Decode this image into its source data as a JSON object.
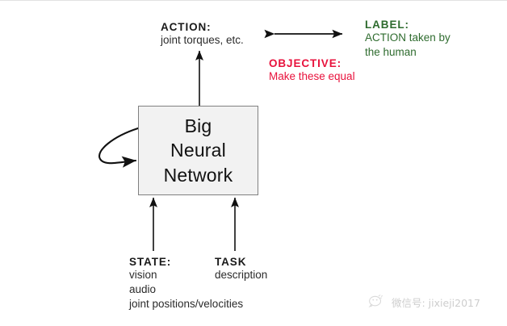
{
  "diagram": {
    "center_box": {
      "name": "big-neural-network",
      "lines": [
        "Big",
        "Neural",
        "Network"
      ],
      "fill_color": "#f2f2f2",
      "border_color": "#808080"
    },
    "annotations": {
      "action": {
        "heading": "ACTION:",
        "detail": "joint torques, etc.",
        "color": "#1a1a1a"
      },
      "label": {
        "heading": "LABEL:",
        "detail_line1": "ACTION taken by",
        "detail_line2": "the human",
        "color": "#2e6b2e"
      },
      "objective": {
        "heading": "OBJECTIVE:",
        "detail": "Make these equal",
        "color": "#e8123c"
      },
      "state": {
        "heading": "STATE:",
        "detail_line1": "vision",
        "detail_line2": "audio",
        "detail_line3": "joint positions/velocities",
        "color": "#2b2b2b"
      },
      "task": {
        "heading": "TASK",
        "detail": "description",
        "color": "#2b2b2b"
      }
    },
    "arrows": [
      {
        "name": "action-output-arrow",
        "direction": "up"
      },
      {
        "name": "state-input-arrow",
        "direction": "up"
      },
      {
        "name": "task-input-arrow",
        "direction": "up"
      },
      {
        "name": "recurrent-loop-arrow",
        "direction": "self-loop"
      },
      {
        "name": "equality-double-arrow",
        "direction": "both"
      }
    ]
  },
  "watermark": {
    "icon": "wechat-icon",
    "text": "微信号: jixieji2017"
  }
}
